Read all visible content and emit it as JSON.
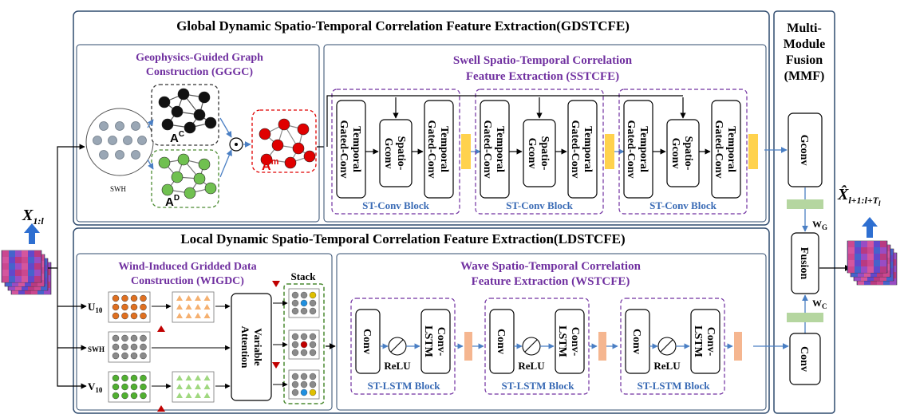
{
  "gdstcfe": {
    "title": "Global Dynamic Spatio-Temporal Correlation Feature Extraction(GDSTCFE)",
    "gggc_title_1": "Geophysics-Guided Graph",
    "gggc_title_2": "Construction (GGGC)",
    "swh_label": "SWH",
    "ac_label": "A",
    "ac_sup": "C",
    "ad_label": "A",
    "ad_sup": "D",
    "am_label": "A",
    "am_sup": "m",
    "odot": "⊙",
    "sstcfe_title_1": "Swell Spatio-Temporal Correlation",
    "sstcfe_title_2": "Feature Extraction (SSTCFE)",
    "tgc_1": "Temporal",
    "tgc_2": "Gated-Conv",
    "sgc_1": "Spatio-",
    "sgc_2": "Gconv",
    "block_label": "ST-Conv Block"
  },
  "ldstcfe": {
    "title": "Local Dynamic Spatio-Temporal Correlation Feature Extraction(LDSTCFE)",
    "wigdc_title_1": "Wind-Induced Gridded Data",
    "wigdc_title_2": "Construction (WIGDC)",
    "u_label": "U",
    "u_sub": "10",
    "swh_label": "SWH",
    "v_label": "V",
    "v_sub": "10",
    "va_1": "Variable",
    "va_2": "Attention",
    "stack_label": "Stack",
    "wstcfe_title_1": "Wave Spatio-Temporal Correlation",
    "wstcfe_title_2": "Feature Extraction (WSTCFE)",
    "conv": "Conv",
    "lstm_1": "Conv-",
    "lstm_2": "LSTM",
    "relu": "ReLU",
    "block_label": "ST-LSTM Block"
  },
  "mmf": {
    "title_1": "Multi-",
    "title_2": "Module",
    "title_3": "Fusion",
    "title_4": "(MMF)",
    "gconv": "Gconv",
    "fusion": "Fusion",
    "conv": "Conv",
    "wg": "W",
    "wg_sub": "G",
    "wc": "W",
    "wc_sub": "C"
  },
  "input": {
    "label": "X",
    "sub": "1:l"
  },
  "output": {
    "label": "X̂",
    "sub": "l+1:l+T",
    "sub2": "l"
  },
  "colors": {
    "frame": "#2f4b6e",
    "title_purple": "#7030a0",
    "dash_purple": "#7030a0",
    "arrow_blue": "#4a7fc4",
    "block_blue": "#3a6bb5",
    "yellow": "#ffd24d",
    "salmon": "#f5b690",
    "green_bar": "#b5d6a0",
    "red_node": "#e00000",
    "green_node": "#70c050"
  }
}
